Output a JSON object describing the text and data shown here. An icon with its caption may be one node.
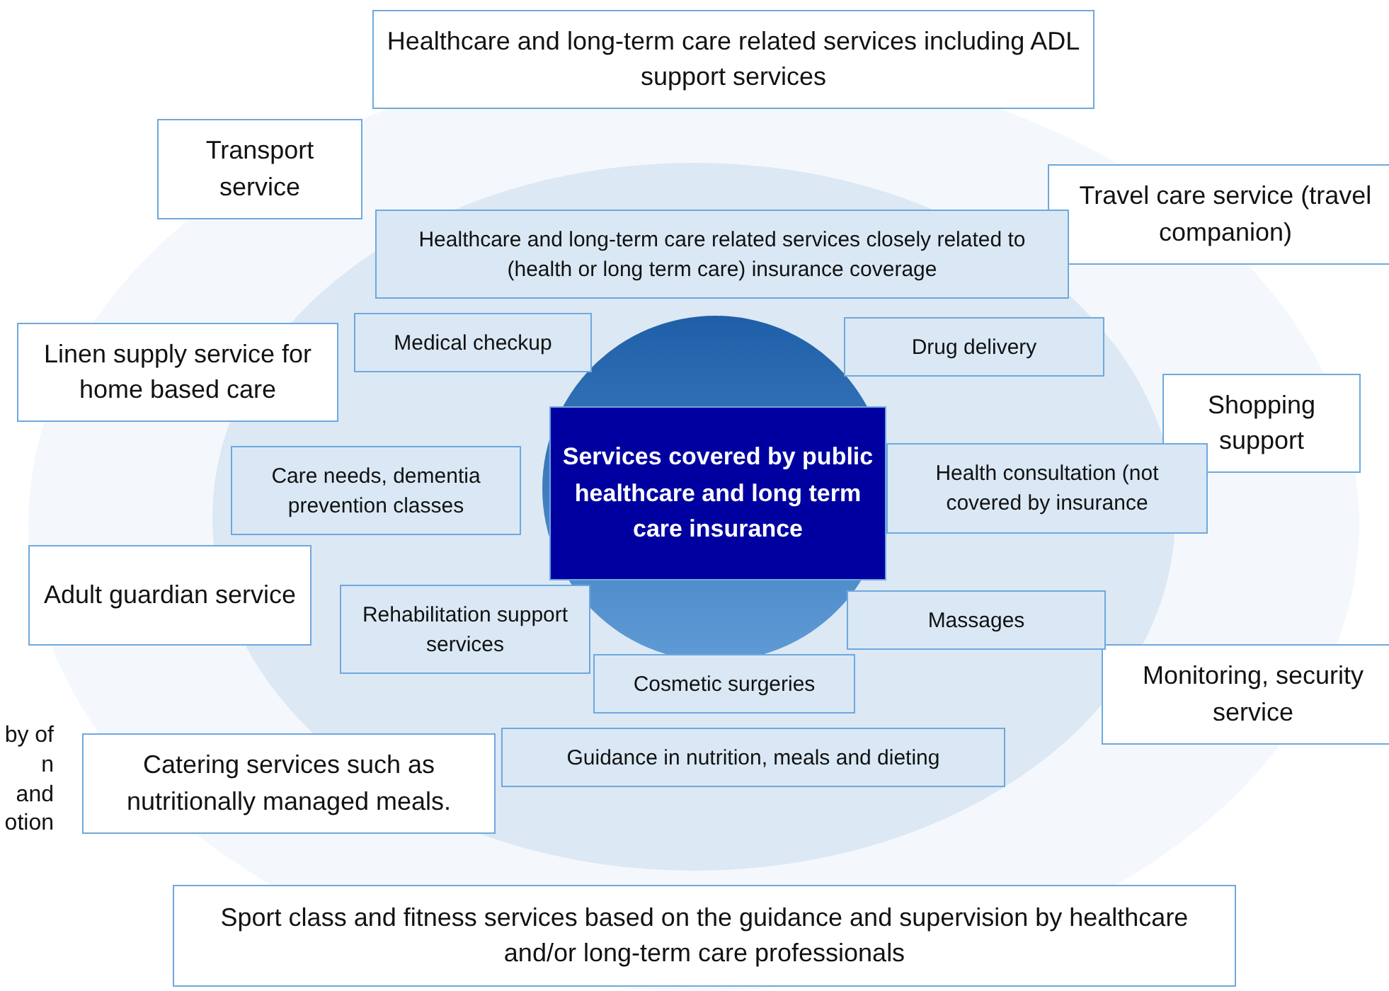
{
  "diagram": {
    "nodes": [
      {
        "text": [
          "Healthcare and long-term care related services including ADL support services"
        ]
      },
      {
        "text": [
          "Transport service"
        ]
      },
      {
        "text": [
          "Travel care service (travel companion)"
        ]
      },
      {
        "text": [
          "Healthcare and long-term care related services closely related to (health or long term care) insurance coverage"
        ]
      },
      {
        "text": [
          "Medical checkup"
        ]
      },
      {
        "text": [
          "Drug delivery"
        ]
      },
      {
        "text": [
          "Linen supply service for home based care"
        ]
      },
      {
        "text": [
          "Shopping support"
        ]
      },
      {
        "text": [
          "Care needs, dementia prevention classes"
        ]
      },
      {
        "text": [
          "Services covered by public healthcare and long term care insurance"
        ]
      },
      {
        "text": [
          "Health consultation (not covered by insurance"
        ]
      },
      {
        "text": [
          "Adult guardian service"
        ]
      },
      {
        "text": [
          "Rehabilitation support services"
        ]
      },
      {
        "text": [
          "Massages"
        ]
      },
      {
        "text": [
          "Monitoring, security service"
        ]
      },
      {
        "text": [
          "Cosmetic surgeries"
        ]
      },
      {
        "text": [
          "Guidance in nutrition, meals and dieting"
        ]
      },
      {
        "text": [
          "Catering services such as nutritionally managed meals."
        ]
      },
      {
        "text": [
          "Sport class and fitness services based on the guidance and supervision by healthcare and/or long-term care professionals"
        ]
      }
    ],
    "labels": [
      "by of n and otion"
    ]
  }
}
